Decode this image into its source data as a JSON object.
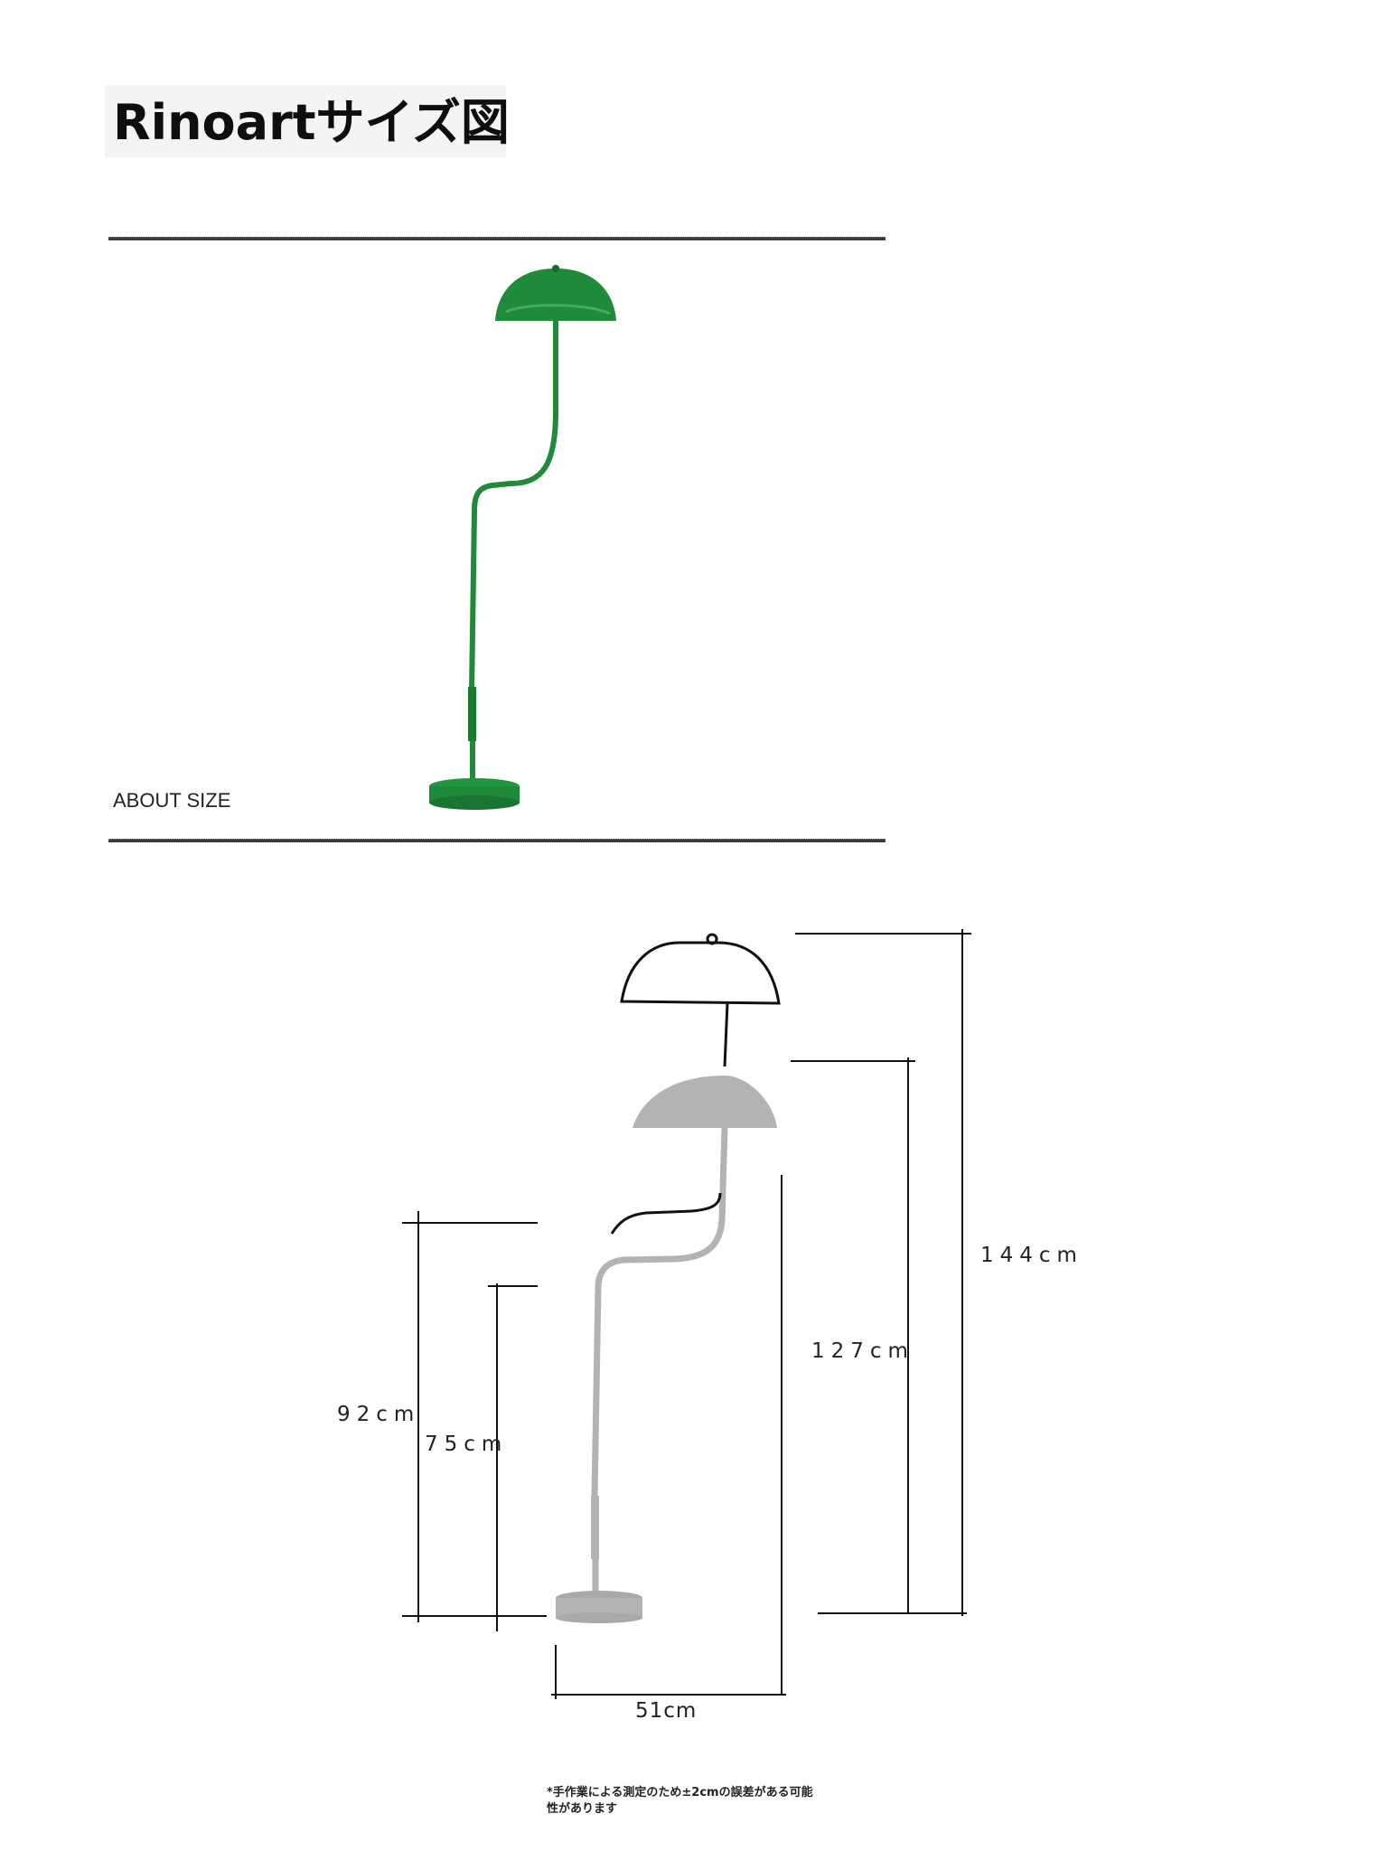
{
  "header": {
    "title": "Rinoartサイズ図"
  },
  "section": {
    "label": "ABOUT SIZE"
  },
  "product": {
    "color": "#1e8a3a",
    "diagram_color": "#b3b3b3"
  },
  "dimensions": {
    "total_height_raised": "144cm",
    "total_height": "127cm",
    "arm_height_raised": "92cm",
    "arm_height": "75cm",
    "width": "51cm"
  },
  "footnote": {
    "line1": "*手作業による測定のため±2cmの誤差がある可能",
    "line2": "性があります"
  }
}
